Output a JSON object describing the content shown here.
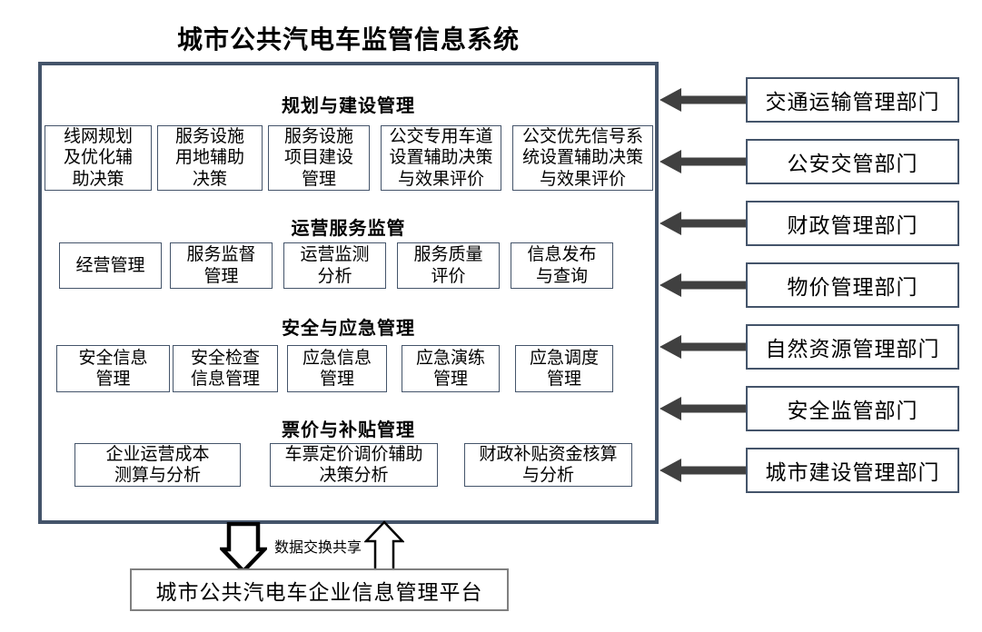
{
  "title": "城市公共汽电车监管信息系统",
  "main": {
    "sections": [
      {
        "header": "规划与建设管理",
        "boxes": [
          "线网规划\n及优化辅\n助决策",
          "服务设施\n用地辅助\n决策",
          "服务设施\n项目建设\n管理",
          "公交专用车道\n设置辅助决策\n与效果评价",
          "公交优先信号系\n统设置辅助决策\n与效果评价"
        ]
      },
      {
        "header": "运营服务监管",
        "boxes": [
          "经营管理",
          "服务监督\n管理",
          "运营监测\n分析",
          "服务质量\n评价",
          "信息发布\n与查询"
        ]
      },
      {
        "header": "安全与应急管理",
        "boxes": [
          "安全信息\n管理",
          "安全检查\n信息管理",
          "应急信息\n管理",
          "应急演练\n管理",
          "应急调度\n管理"
        ]
      },
      {
        "header": "票价与补贴管理",
        "boxes": [
          "企业运营成本\n测算与分析",
          "车票定价调价辅助\n决策分析",
          "财政补贴资金核算\n与分析"
        ]
      }
    ]
  },
  "departments": [
    "交通运输管理部门",
    "公安交管部门",
    "财政管理部门",
    "物价管理部门",
    "自然资源管理部门",
    "安全监管部门",
    "城市建设管理部门"
  ],
  "bottom": {
    "exchange_label": "数据交换共享",
    "platform": "城市公共汽电车企业信息管理平台"
  },
  "colors": {
    "frame_border": "#44546A",
    "box_border": "#44546A",
    "arrow": "#404040",
    "platform_border": "#808080",
    "text": "#000000"
  }
}
